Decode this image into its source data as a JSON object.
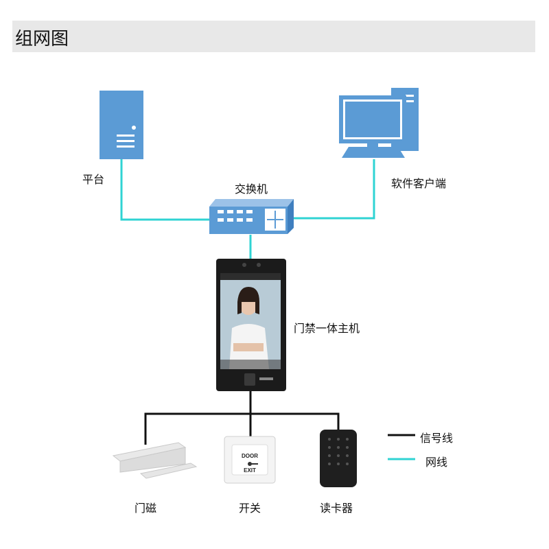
{
  "title": "组网图",
  "nodes": {
    "platform": "平台",
    "switch": "交换机",
    "client": "软件客户端",
    "terminal": "门禁一体主机",
    "door_magnet": "门磁",
    "exit_button": "开关",
    "card_reader": "读卡器"
  },
  "legend": {
    "signal_line": "信号线",
    "network_line": "网线"
  },
  "device_text": {
    "exit_top": "DOOR",
    "exit_bottom": "EXIT"
  },
  "colors": {
    "network_line": "#2fd3d3",
    "signal_line": "#111111",
    "device_blue": "#5b9bd5",
    "header_bg": "#e8e8e8"
  }
}
